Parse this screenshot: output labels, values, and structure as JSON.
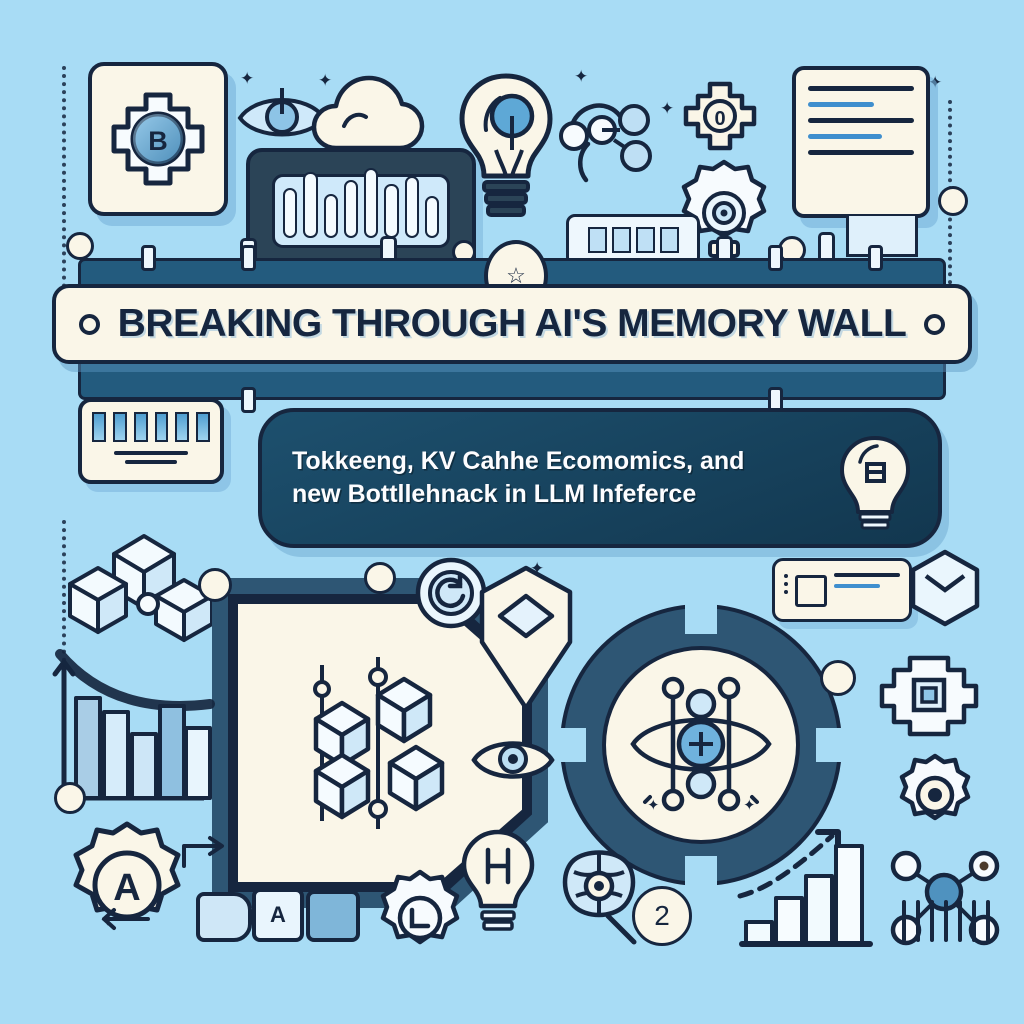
{
  "image": {
    "kind": "illustrated-blog-header",
    "background_color": "#a8dcf5",
    "accent_navy": "#16263f",
    "accent_teal": "#2e5674",
    "accent_cream": "#faf6e8",
    "accent_blue": "#3f8fce"
  },
  "title": {
    "text": "BREAKING THROUGH AI'S MEMORY WALL",
    "left_bullet": "•",
    "right_bullet": "•"
  },
  "subtitle": {
    "line1": "Tokkeeng, KV Cahhe Ecomomics, and",
    "line2": "new Bottllehnack in LLM Infeferce"
  },
  "badges": {
    "title_medal": "☆",
    "number_two": "2",
    "gear_letter": "A",
    "bulb_letter": "H",
    "chip_letter": "B",
    "target_letter": "0"
  },
  "icons": {
    "chip_gear": "chip-gear-icon",
    "eye": "eye-icon",
    "cloud": "cloud-icon",
    "lightbulb": "lightbulb-icon",
    "document": "document-icon",
    "gear_lens": "gear-lens-icon",
    "network": "network-nodes-icon",
    "memory_module": "memory-module-icon",
    "hexagon_blocks": "isometric-memory-blocks-icon",
    "ai_eye": "ai-neural-eye-icon",
    "brain": "brain-icon",
    "pin": "location-pin-icon",
    "refresh": "refresh-icon",
    "magnifier": "magnifier-icon",
    "bar_chart": "bar-chart-icon",
    "growth_arrow": "growth-arrow-icon"
  },
  "chart_data": [
    {
      "type": "bar",
      "name": "declining-cost-chart",
      "title": "",
      "categories": [
        "1",
        "2",
        "3",
        "4",
        "5"
      ],
      "values": [
        90,
        62,
        34,
        70,
        40
      ],
      "ylim": [
        0,
        100
      ],
      "xlabel": "",
      "ylabel": "",
      "grid": false,
      "annotation": "descending curve overlay"
    },
    {
      "type": "bar",
      "name": "growth-chart",
      "title": "",
      "categories": [
        "1",
        "2",
        "3",
        "4"
      ],
      "values": [
        18,
        38,
        68,
        96
      ],
      "ylim": [
        0,
        100
      ],
      "xlabel": "",
      "ylabel": "",
      "grid": false,
      "annotation": "rising arrow overlay"
    }
  ],
  "equalizer": {
    "bars": [
      46,
      62,
      40,
      54,
      66,
      50,
      58,
      38
    ]
  },
  "memory_module": {
    "bars": [
      1,
      2,
      3,
      4,
      5,
      6
    ],
    "line_widths": [
      "62%",
      "44%"
    ]
  },
  "document_card": {
    "lines": [
      "full",
      "short",
      "full",
      "short",
      "full"
    ]
  },
  "strip_card": {
    "cells": [
      1,
      2,
      3,
      4
    ]
  },
  "info_card": {
    "lines": [
      "full",
      "short"
    ]
  }
}
